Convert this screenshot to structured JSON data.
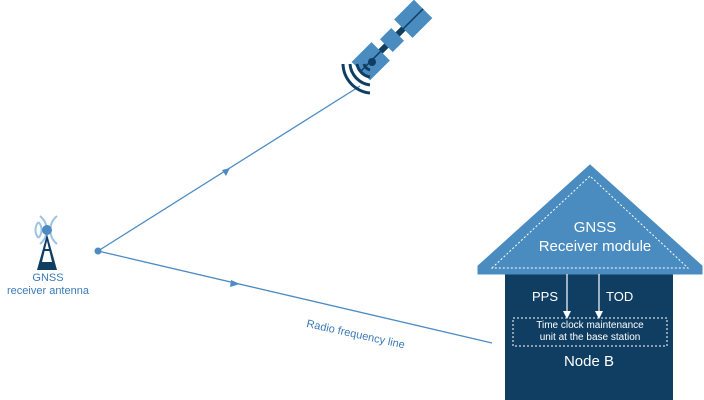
{
  "antenna": {
    "caption_line1": "GNSS",
    "caption_line2": "receiver antenna",
    "icon": "antenna-tower-icon"
  },
  "satellite": {
    "icon": "satellite-icon"
  },
  "links": {
    "radio_frequency_line": "Radio frequency line"
  },
  "node": {
    "module_line1": "GNSS",
    "module_line2": "Receiver module",
    "signal_pps": "PPS",
    "signal_tod": "TOD",
    "unit_line1": "Time clock maintenance",
    "unit_line2": "unit at the base station",
    "name": "Node B"
  },
  "colors": {
    "dark_navy": "#103e63",
    "roof_blue": "#4a8cc0",
    "line_blue": "#4d8bc2",
    "text_blue": "#3c7ab7"
  }
}
